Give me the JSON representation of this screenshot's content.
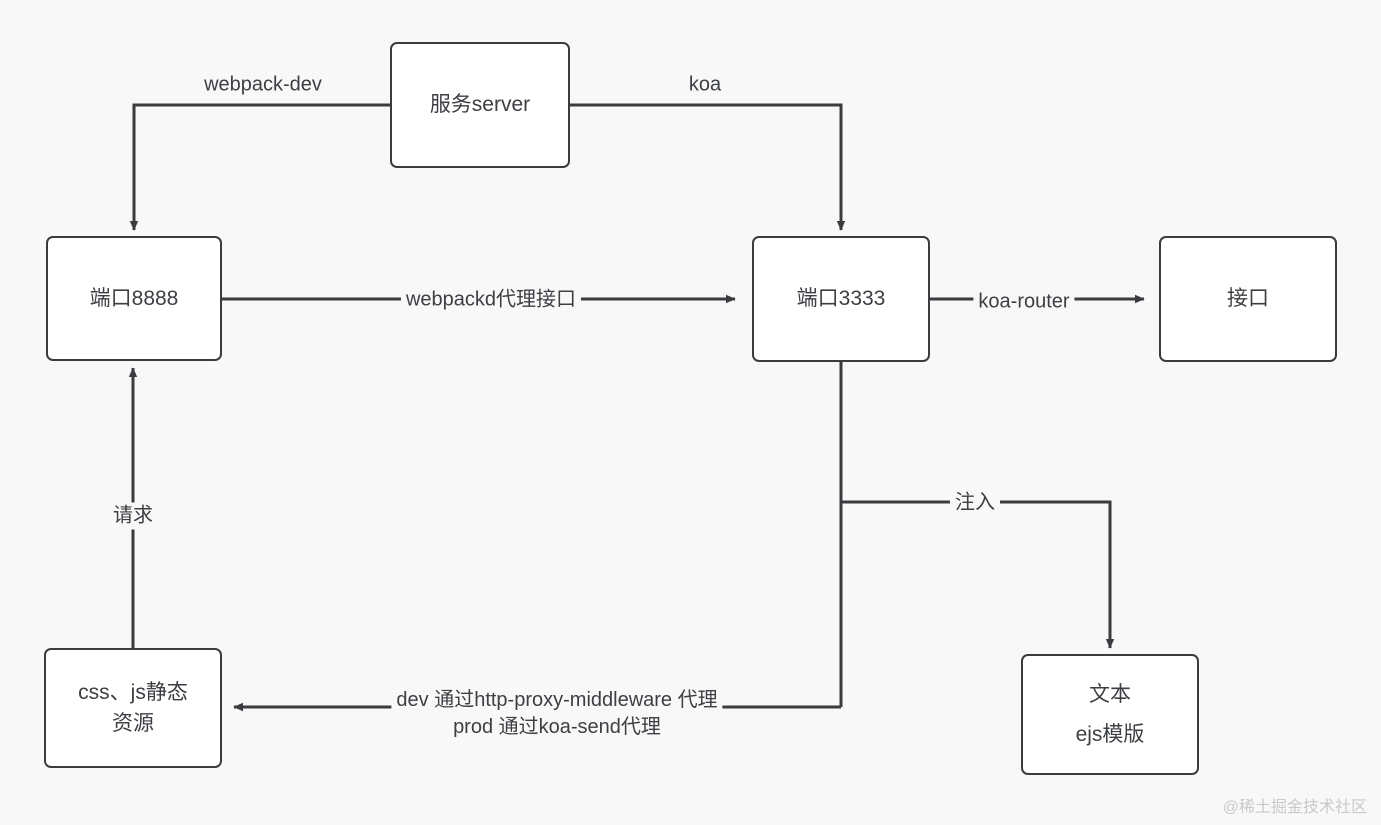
{
  "diagram": {
    "background_color": "#f8f8f8",
    "stroke_color": "#3a3c40",
    "node_fill": "#ffffff",
    "text_color": "#3c3f43",
    "nodes": [
      {
        "id": "server",
        "label": "服务server",
        "label2": ""
      },
      {
        "id": "port8888",
        "label": "端口8888",
        "label2": ""
      },
      {
        "id": "port3333",
        "label": "端口3333",
        "label2": ""
      },
      {
        "id": "api",
        "label": "接口",
        "label2": ""
      },
      {
        "id": "static",
        "label": "css、js静态",
        "label2": "资源"
      },
      {
        "id": "ejs",
        "label": "文本",
        "label2": "ejs模版"
      }
    ],
    "edges": [
      {
        "id": "server-to-8888",
        "label": "webpack-dev",
        "from": "server",
        "to": "port8888"
      },
      {
        "id": "server-to-3333",
        "label": "koa",
        "from": "server",
        "to": "port3333"
      },
      {
        "id": "8888-to-3333",
        "label": "webpackd代理接口",
        "from": "port8888",
        "to": "port3333"
      },
      {
        "id": "3333-to-api",
        "label": "koa-router",
        "from": "port3333",
        "to": "api"
      },
      {
        "id": "3333-to-ejs",
        "label": "注入",
        "from": "port3333",
        "to": "ejs"
      },
      {
        "id": "static-to-8888",
        "label": "请求",
        "from": "static",
        "to": "port8888"
      },
      {
        "id": "3333-to-static",
        "label": "dev 通过http-proxy-middleware 代理\nprod 通过koa-send代理",
        "from": "port3333",
        "to": "static"
      }
    ],
    "watermark": "@稀土掘金技术社区"
  }
}
